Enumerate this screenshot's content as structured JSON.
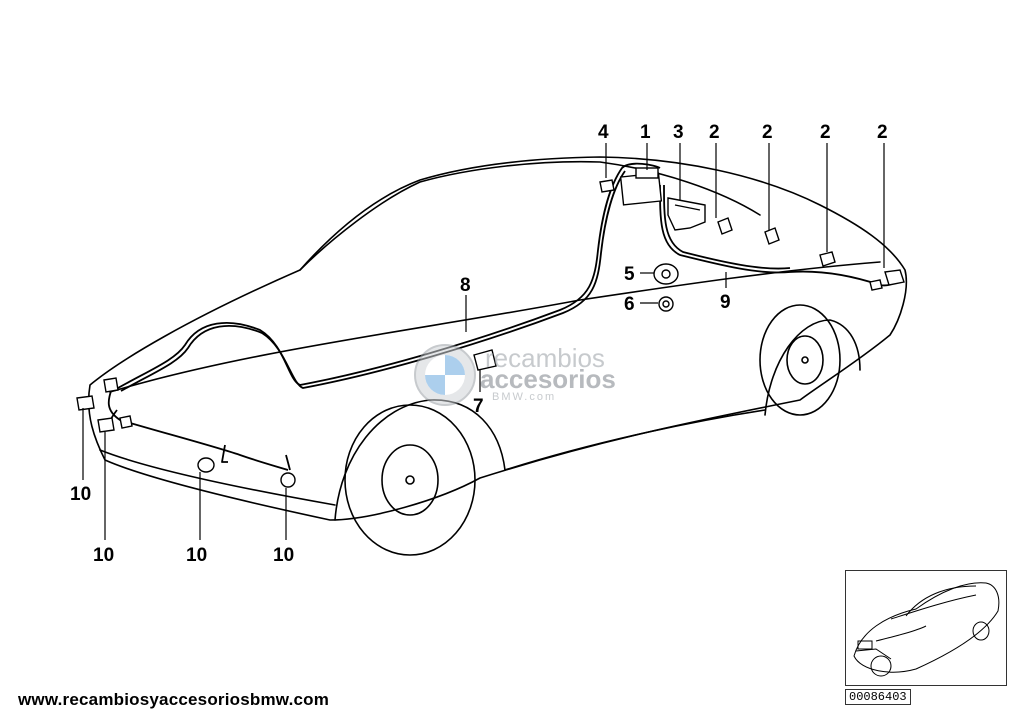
{
  "callouts": {
    "c4": "4",
    "c1": "1",
    "c3": "3",
    "c2a": "2",
    "c2b": "2",
    "c2c": "2",
    "c2d": "2",
    "c5": "5",
    "c6": "6",
    "c7": "7",
    "c8": "8",
    "c9": "9",
    "c10a": "10",
    "c10b": "10",
    "c10c": "10",
    "c10d": "10"
  },
  "watermark": {
    "line1": "recambios",
    "line2": "accesorios",
    "line3": "BMW.com",
    "logo": "bmw-roundel-icon"
  },
  "footer_url": "www.recambiosyaccesoriosbmw.com",
  "diagram_number": "00086403"
}
